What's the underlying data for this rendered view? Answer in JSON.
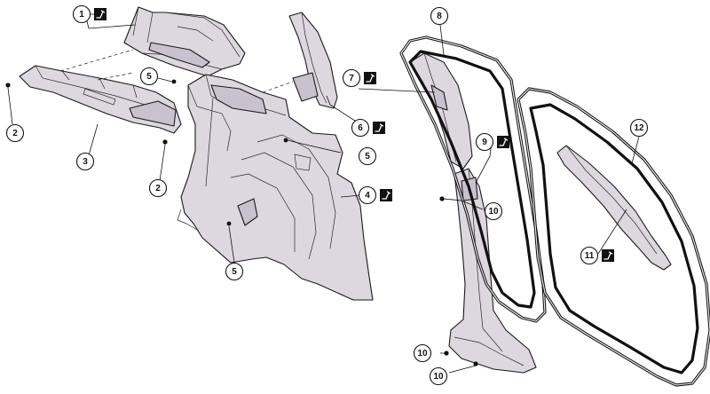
{
  "callouts": [
    {
      "id": "c1",
      "label": "1",
      "tool_icon": true
    },
    {
      "id": "c2a",
      "label": "2",
      "tool_icon": false
    },
    {
      "id": "c2b",
      "label": "2",
      "tool_icon": false
    },
    {
      "id": "c3",
      "label": "3",
      "tool_icon": false
    },
    {
      "id": "c4",
      "label": "4",
      "tool_icon": true
    },
    {
      "id": "c5a",
      "label": "5",
      "tool_icon": false
    },
    {
      "id": "c5b",
      "label": "5",
      "tool_icon": false
    },
    {
      "id": "c5c",
      "label": "5",
      "tool_icon": false
    },
    {
      "id": "c6",
      "label": "6",
      "tool_icon": true
    },
    {
      "id": "c7",
      "label": "7",
      "tool_icon": true
    },
    {
      "id": "c8",
      "label": "8",
      "tool_icon": false
    },
    {
      "id": "c9",
      "label": "9",
      "tool_icon": true
    },
    {
      "id": "c10a",
      "label": "10",
      "tool_icon": false
    },
    {
      "id": "c10b",
      "label": "10",
      "tool_icon": false
    },
    {
      "id": "c10c",
      "label": "10",
      "tool_icon": false
    },
    {
      "id": "c11",
      "label": "11",
      "tool_icon": true
    },
    {
      "id": "c12",
      "label": "12",
      "tool_icon": false
    }
  ],
  "tool_icon_name": "trim-tool-icon",
  "colors": {
    "panel_fill": "#ddd7e0",
    "outline": "#1a1a1a",
    "icon_box": "#111111"
  }
}
